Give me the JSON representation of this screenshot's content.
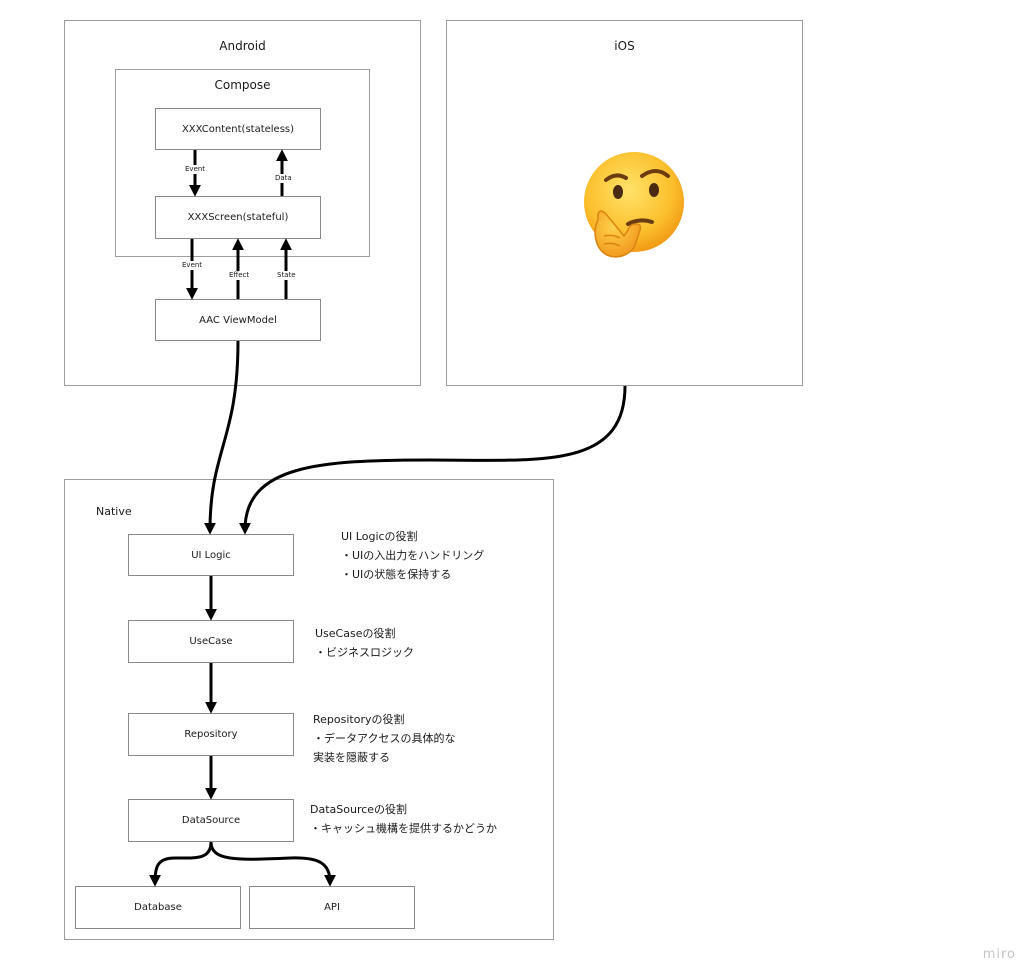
{
  "frames": {
    "android": {
      "title": "Android"
    },
    "compose": {
      "title": "Compose"
    },
    "ios": {
      "title": "iOS",
      "icon": "thinking-face-icon"
    },
    "native": {
      "title": "Native"
    }
  },
  "nodes": {
    "xxx_content": "XXXContent(stateless)",
    "xxx_screen": "XXXScreen(stateful)",
    "aac_viewmodel": "AAC ViewModel",
    "ui_logic": "UI Logic",
    "usecase": "UseCase",
    "repository": "Repository",
    "datasource": "DataSource",
    "database": "Database",
    "api": "API"
  },
  "edge_labels": {
    "content_to_screen": "Event",
    "screen_to_content": "Data",
    "screen_to_viewmodel": "Event",
    "viewmodel_effect": "Effect",
    "viewmodel_state": "State"
  },
  "notes": {
    "ui_logic": "UI Logicの役割\n・UIの入出力をハンドリング\n・UIの状態を保持する",
    "usecase": "UseCaseの役割\n・ビジネスロジック",
    "repository": "Repositoryの役割\n・データアクセスの具体的な\n実装を隠蔽する",
    "datasource": "DataSourceの役割\n・キャッシュ機構を提供するかどうか"
  },
  "watermark": "miro",
  "colors": {
    "border": "#9e9e9e",
    "arrow": "#000000"
  }
}
